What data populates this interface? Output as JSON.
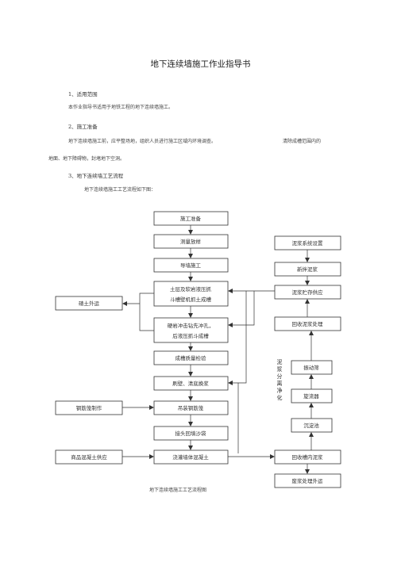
{
  "doc": {
    "title": "地下连续墙施工作业指导书",
    "s1_heading": "1、适用范围",
    "s1_text": "本作业指导书适用于地铁工程的地下连续墙施工。",
    "s2_heading": "2、施工准备",
    "s2_text_a": "地下连续墙施工前，应平整场地，组织人员进行施工区域内环境调查。",
    "s2_text_b": "清除成槽范围内的",
    "s2_text_c": "地面、地下障碍物，封堵地下空洞。",
    "s3_heading": "3、地下连续墙工艺流程",
    "s3_text": "地下连续墙施工工艺流程如下图：",
    "figure_caption": "地下连续墙施工工艺流程图"
  },
  "flow": {
    "main": {
      "prep": "施工准备",
      "survey": "测量放样",
      "guide_wall": "导墙施工",
      "grab_1": "土层及软岩液压抓",
      "grab_2": "斗槽壁机抓土成槽",
      "drill_1": "硬岩冲击钻先冲孔，",
      "drill_2": "后液压抓斗成槽",
      "inspect": "成槽质量检验",
      "clean": "刷壁、清底换浆",
      "cage_hoist": "吊装钢筋笼",
      "joint": "接头回填沙袋",
      "pour": "浇灌墙体混凝土"
    },
    "left": {
      "spoil": "碴土外运",
      "cage_make": "钢筋笼制作",
      "concrete": "商品混凝土供应"
    },
    "right": {
      "system": "泥浆系统设置",
      "new_slurry": "新拌泥浆",
      "storage": "泥浆贮存供应",
      "recycle": "回收泥浆处理",
      "vibrate": "振动筛",
      "cyclone": "旋流器",
      "settle": "沉淀池",
      "recover": "回收槽内泥浆",
      "dispose": "废浆处理外运",
      "purify_label": "泥浆分离净化"
    }
  }
}
